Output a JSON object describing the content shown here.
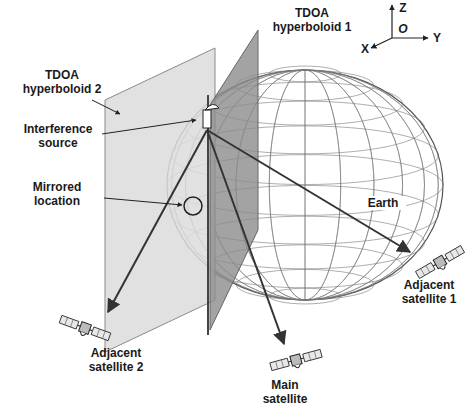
{
  "diagram": {
    "labels": [
      "TDOA hyperboloid 1",
      "TDOA hyperboloid 2",
      "Interference source",
      "Mirrored location",
      "Earth",
      "Adjacent satellite 1",
      "Adjacent satellite 2",
      "Main satellite",
      "Z",
      "O",
      "X",
      "Y"
    ]
  }
}
